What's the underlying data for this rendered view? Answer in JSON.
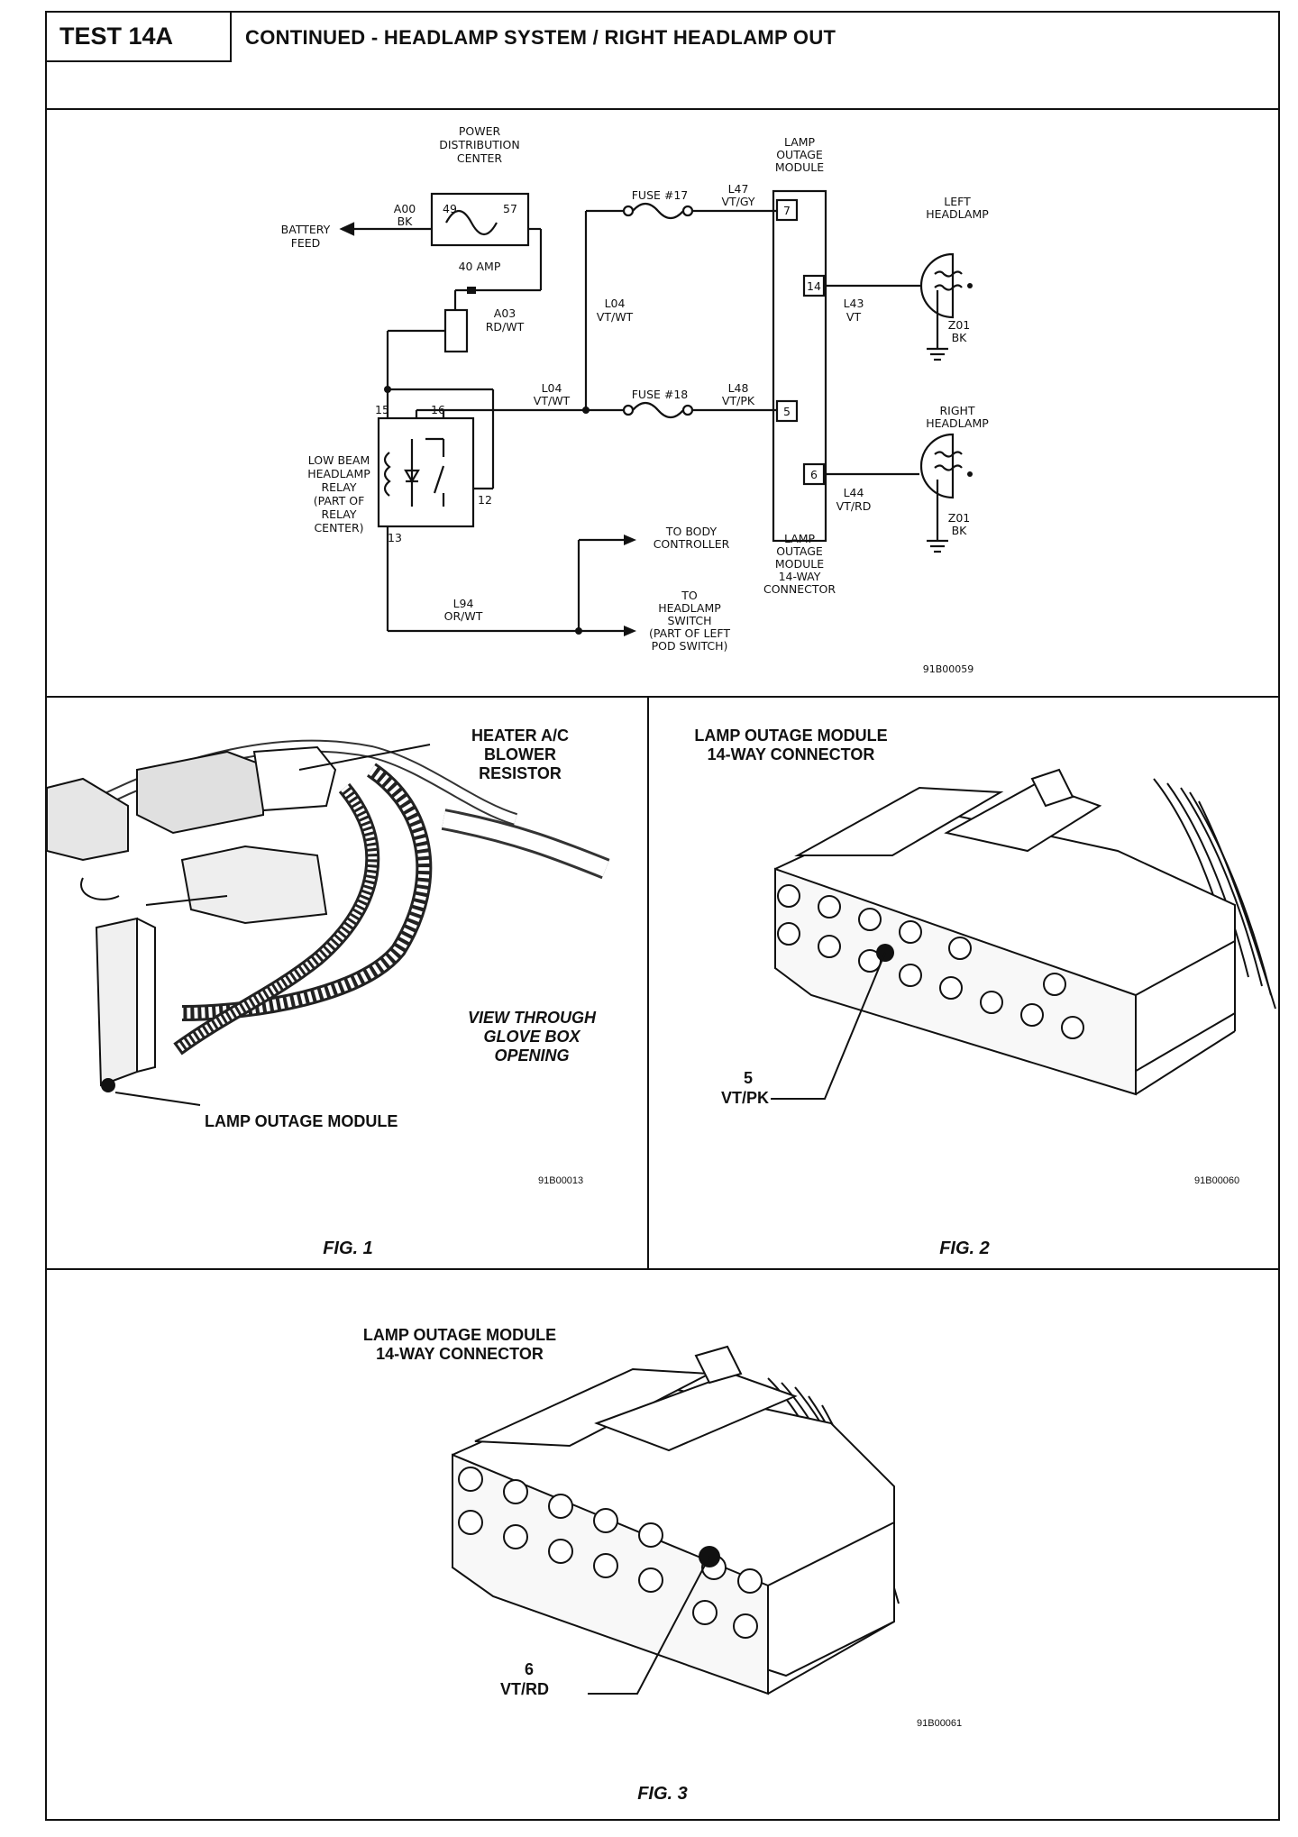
{
  "header": {
    "test_label": "TEST 14A",
    "title": "CONTINUED - HEADLAMP SYSTEM / RIGHT HEADLAMP OUT"
  },
  "schematic": {
    "pdc": [
      "POWER",
      "DISTRIBUTION",
      "CENTER"
    ],
    "pdc_pin_left": "49",
    "pdc_pin_right": "57",
    "fuse_rating": "40 AMP",
    "battery_feed": [
      "BATTERY",
      "FEED"
    ],
    "a00": [
      "A00",
      "BK"
    ],
    "a03": [
      "A03",
      "RD/WT"
    ],
    "fuse17": "FUSE #17",
    "fuse18": "FUSE #18",
    "l47": [
      "L47",
      "VT/GY"
    ],
    "l48": [
      "L48",
      "VT/PK"
    ],
    "l04_upper": [
      "L04",
      "VT/WT"
    ],
    "l04_lower": [
      "L04",
      "VT/WT"
    ],
    "lom_top": [
      "LAMP",
      "OUTAGE",
      "MODULE"
    ],
    "lom_pins": [
      "7",
      "14",
      "5",
      "6"
    ],
    "l43": [
      "L43",
      "VT"
    ],
    "l44": [
      "L44",
      "VT/RD"
    ],
    "left_headlamp": [
      "LEFT",
      "HEADLAMP"
    ],
    "right_headlamp": [
      "RIGHT",
      "HEADLAMP"
    ],
    "z01_a": [
      "Z01",
      "BK"
    ],
    "z01_b": [
      "Z01",
      "BK"
    ],
    "relay": [
      "LOW BEAM",
      "HEADLAMP",
      "RELAY",
      "(PART OF",
      "RELAY",
      "CENTER)"
    ],
    "relay_pins": [
      "15",
      "16",
      "12",
      "13"
    ],
    "l94": [
      "L94",
      "OR/WT"
    ],
    "to_body": [
      "TO BODY",
      "CONTROLLER"
    ],
    "to_switch": [
      "TO",
      "HEADLAMP",
      "SWITCH",
      "(PART OF LEFT",
      "POD SWITCH)"
    ],
    "lom_bottom": [
      "LAMP",
      "OUTAGE",
      "MODULE",
      "14-WAY",
      "CONNECTOR"
    ],
    "code": "91B00059"
  },
  "fig1": {
    "callout_resistor": [
      "HEATER A/C",
      "BLOWER",
      "RESISTOR"
    ],
    "view_note": [
      "VIEW THROUGH",
      "GLOVE BOX",
      "OPENING"
    ],
    "callout_module": "LAMP OUTAGE MODULE",
    "code": "91B00013",
    "caption": "FIG. 1"
  },
  "fig2": {
    "title": [
      "LAMP OUTAGE MODULE",
      "14-WAY CONNECTOR"
    ],
    "pin": "5",
    "wire": "VT/PK",
    "code": "91B00060",
    "caption": "FIG. 2"
  },
  "fig3": {
    "title": [
      "LAMP OUTAGE MODULE",
      "14-WAY CONNECTOR"
    ],
    "pin": "6",
    "wire": "VT/RD",
    "code": "91B00061",
    "caption": "FIG. 3"
  }
}
